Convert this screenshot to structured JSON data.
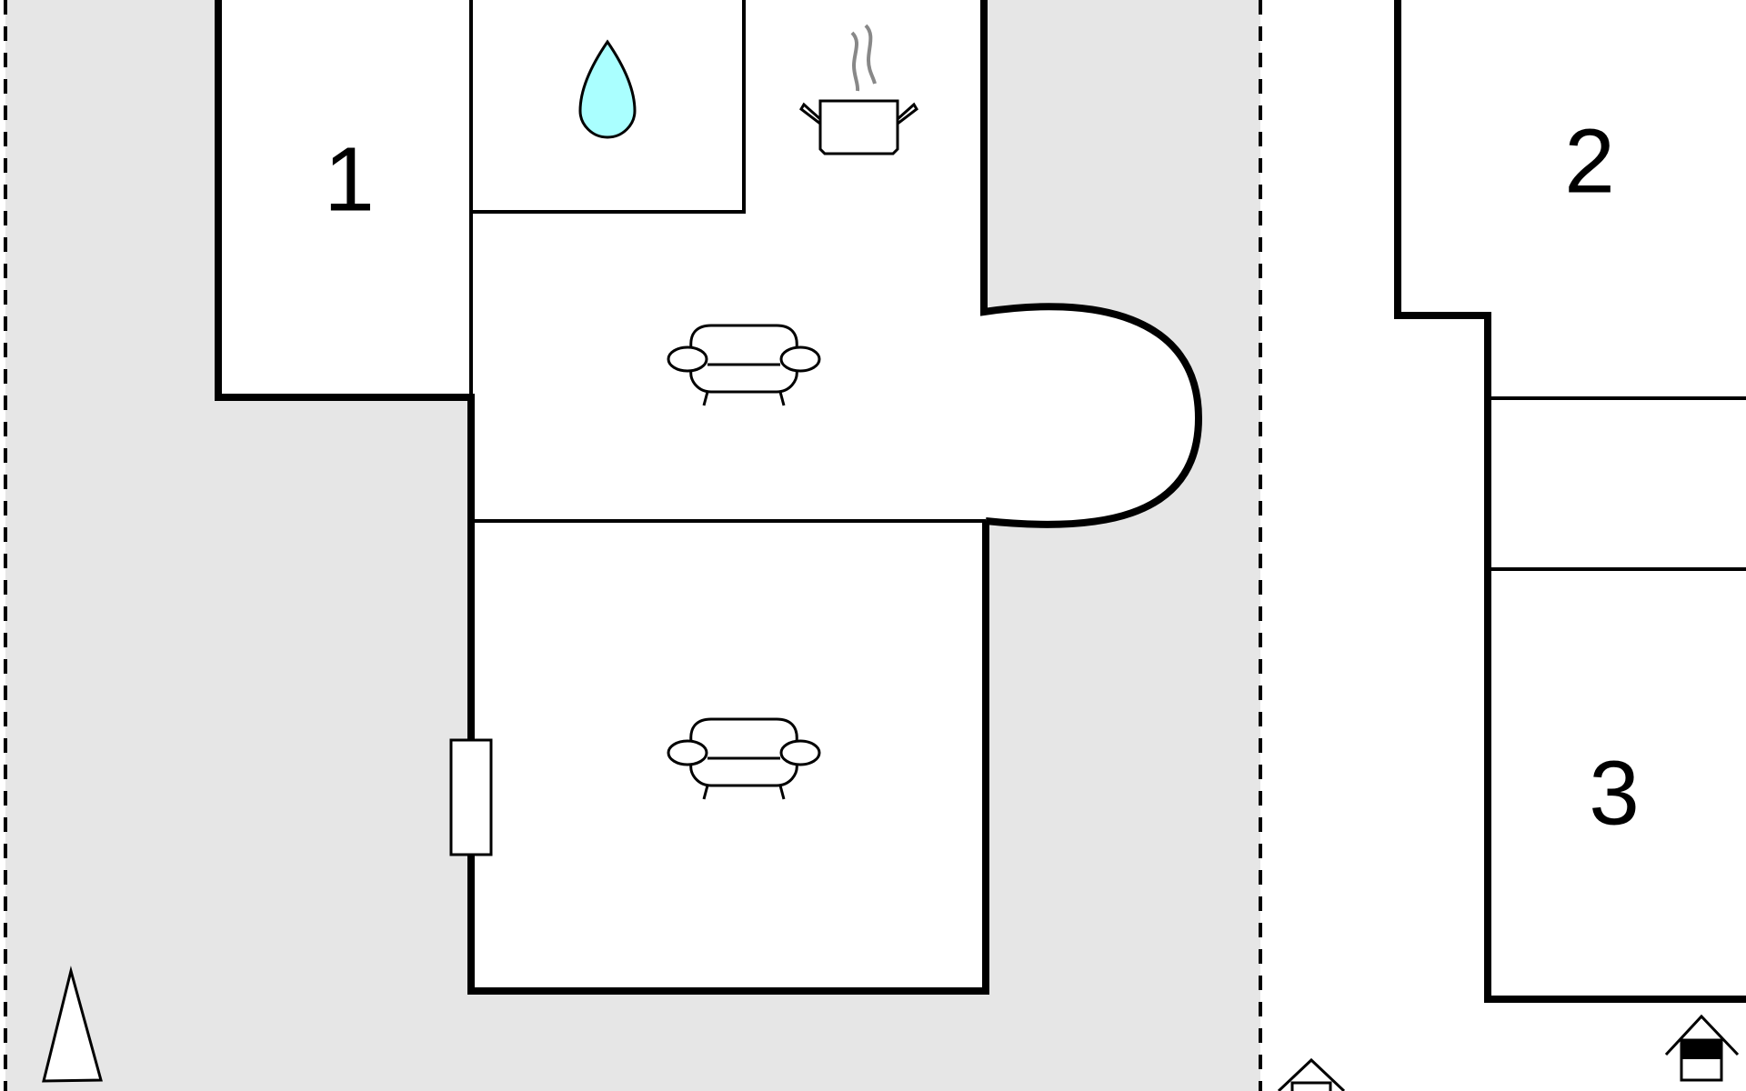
{
  "plan": {
    "floors": [
      {
        "id": "left-floor",
        "rooms": [
          {
            "id": "bedroom-1",
            "label": "1"
          },
          {
            "id": "bathroom",
            "icon": "water-drop-icon"
          },
          {
            "id": "kitchen",
            "icon": "cooking-pot-icon"
          },
          {
            "id": "living-room-upper",
            "icon": "sofa-icon"
          },
          {
            "id": "living-room-lower",
            "icon": "sofa-icon"
          }
        ]
      },
      {
        "id": "right-floor",
        "rooms": [
          {
            "id": "bedroom-2",
            "label": "2"
          },
          {
            "id": "hall",
            "label": ""
          },
          {
            "id": "bedroom-3",
            "label": "3"
          }
        ]
      }
    ],
    "icons": [
      "north-arrow-icon",
      "entrance-icon",
      "house-floor-icon"
    ],
    "colors": {
      "outdoor": "#e6e6e6",
      "room_fill": "#ffffff",
      "wall": "#000000",
      "water": "#aaffff",
      "steam": "#888888"
    }
  }
}
